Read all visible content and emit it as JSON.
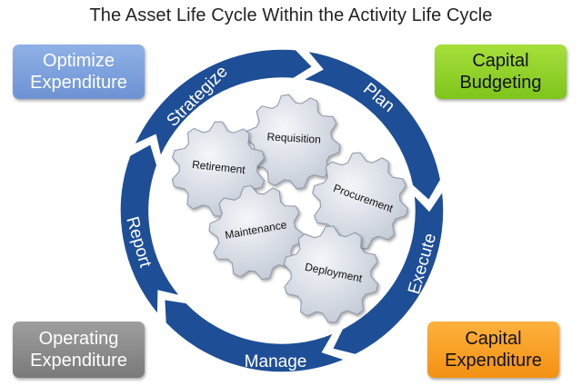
{
  "title": "The Asset Life Cycle Within the Activity Life Cycle",
  "boxes": {
    "optimize": {
      "line1": "Optimize",
      "line2": "Expenditure",
      "color": "#7a9edb"
    },
    "capital_budgeting": {
      "line1": "Capital",
      "line2": "Budgeting",
      "color": "#8fd22a"
    },
    "operating": {
      "line1": "Operating",
      "line2": "Expenditure",
      "color": "#8a8a8a"
    },
    "capital_expenditure": {
      "line1": "Capital",
      "line2": "Expenditure",
      "color": "#f7a22a"
    }
  },
  "cycle": {
    "color": "#1e4e96",
    "stages": [
      "Strategize",
      "Plan",
      "Execute",
      "Manage",
      "Report"
    ]
  },
  "gears": {
    "color": "#d8dde5",
    "labels": [
      "Requisition",
      "Retirement",
      "Procurement",
      "Maintenance",
      "Deployment"
    ]
  }
}
